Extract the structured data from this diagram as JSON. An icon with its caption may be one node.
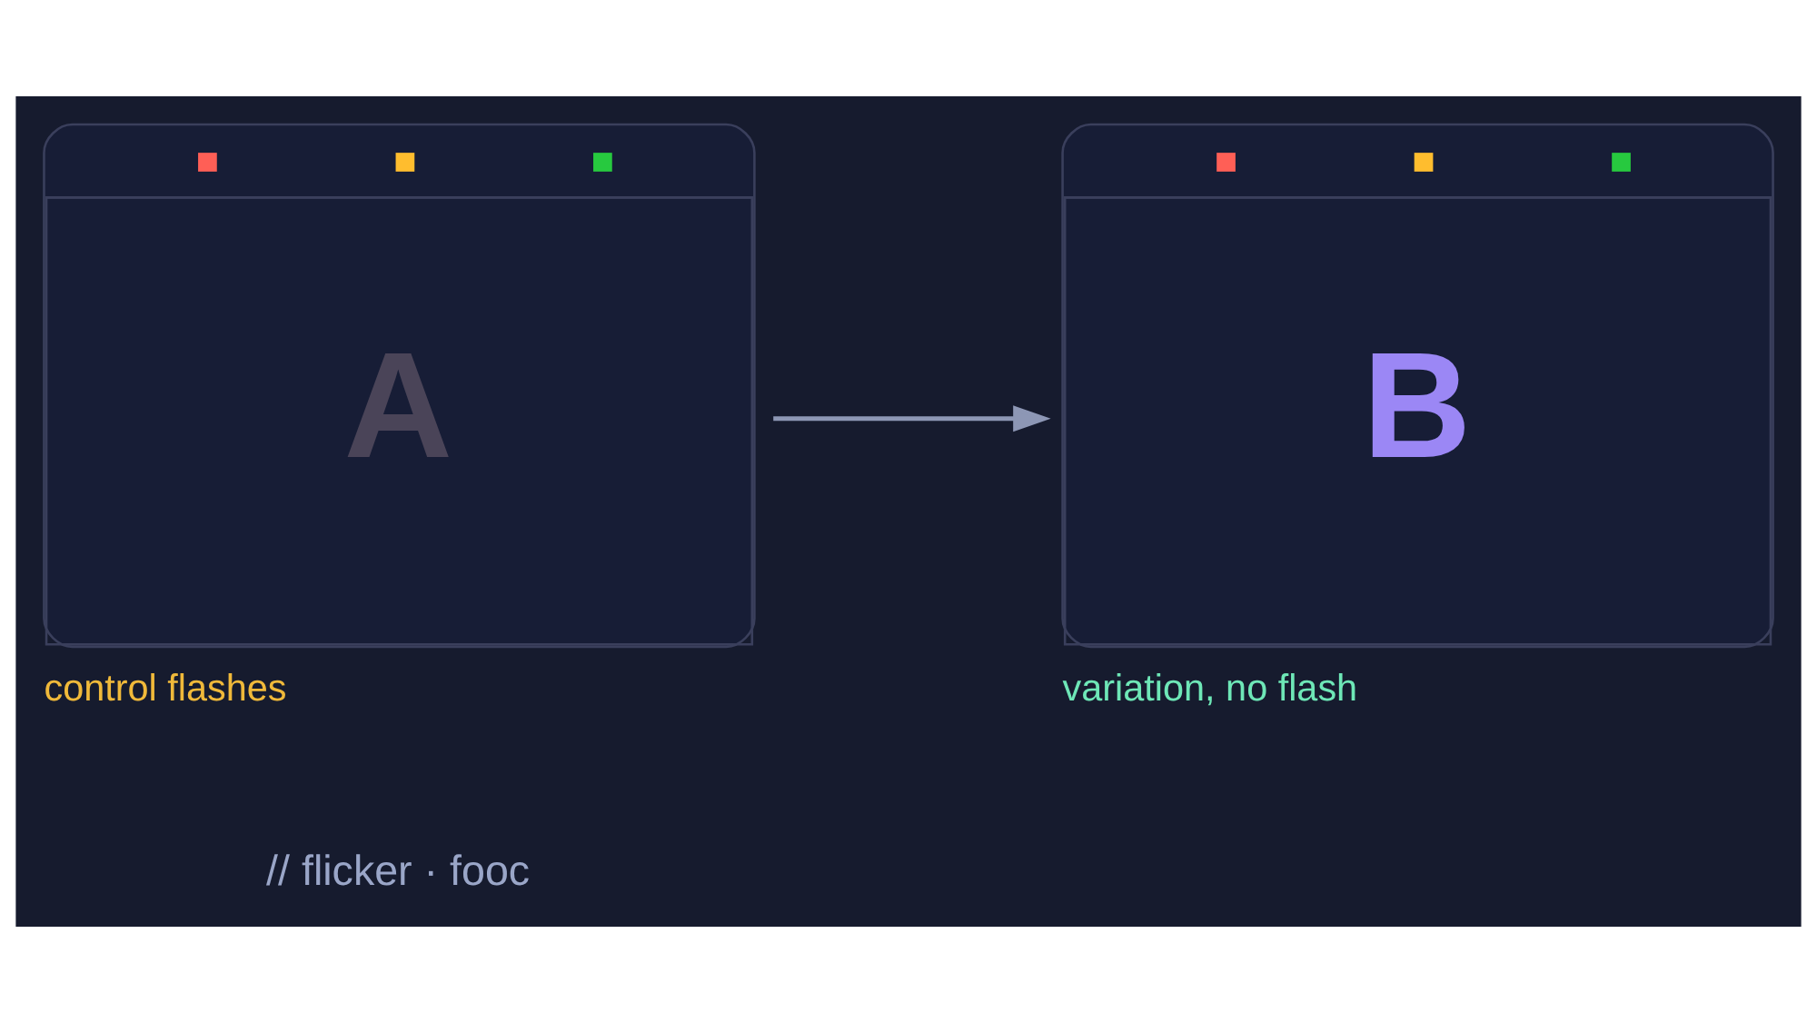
{
  "diagram": {
    "nodes": [
      {
        "text": [
          "A"
        ],
        "beside": [
          "control flashes"
        ]
      },
      {
        "text": [
          "B"
        ],
        "beside": [
          "variation, no flash"
        ]
      }
    ],
    "edges": [
      {
        "from": 0,
        "to": 1,
        "arrow": "to"
      }
    ],
    "labels": [
      "// flicker · fooc"
    ]
  }
}
